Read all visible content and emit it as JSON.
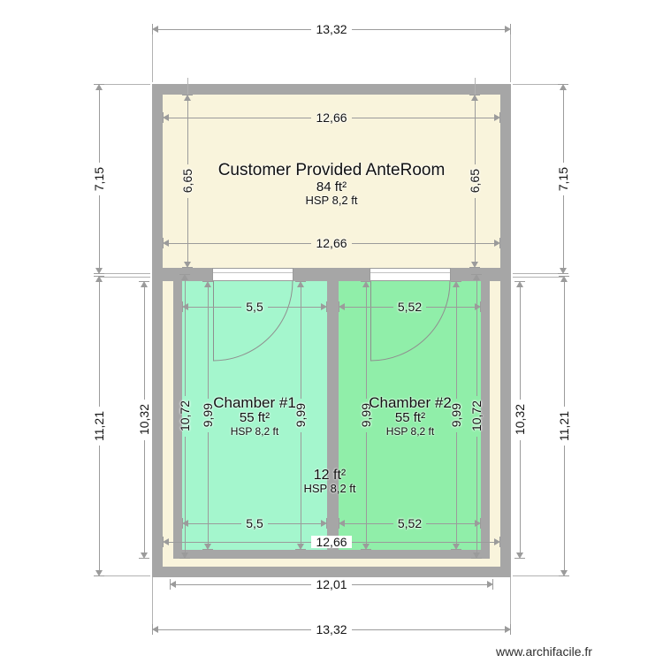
{
  "watermark": "www.archifacile.fr",
  "rooms": {
    "anteroom": {
      "name": "Customer Provided AnteRoom",
      "area": "84 ft²",
      "height": "HSP 8,2 ft"
    },
    "chamber1": {
      "name": "Chamber #1",
      "area": "55 ft²",
      "height": "HSP 8,2 ft"
    },
    "chamber2": {
      "name": "Chamber #2",
      "area": "55 ft²",
      "height": "HSP 8,2 ft"
    },
    "corridor": {
      "area": "12 ft²",
      "height": "HSP 8,2 ft"
    }
  },
  "dims": {
    "top_width": "13,32",
    "bottom_width": "13,32",
    "anteroom_width_top": "12,66",
    "anteroom_width_bottom": "12,66",
    "anteroom_height_left": "6,65",
    "anteroom_height_right": "6,65",
    "upper_height_left": "7,15",
    "upper_height_right": "7,15",
    "lower_height_left": "11,21",
    "lower_height_right": "11,21",
    "lower_inner_height_left": "10,32",
    "lower_inner_height_right": "10,32",
    "chamber1_outer_height": "10,72",
    "chamber2_outer_height": "10,72",
    "chamber1_inner_height_left": "9,99",
    "chamber1_inner_height_right": "9,99",
    "chamber2_inner_height_left": "9,99",
    "chamber2_inner_height_right": "9,99",
    "chamber1_width_top": "5,5",
    "chamber1_width_bottom": "5,5",
    "chamber2_width_top": "5,52",
    "chamber2_width_bottom": "5,52",
    "lower_width_inner": "12,66",
    "lower_width_base": "12,01"
  },
  "colors": {
    "wall": "#a6a6a6",
    "anteroom_fill": "#f9f4dc",
    "chamber1_fill": "#a4f6cd",
    "chamber2_fill": "#90eea9",
    "dim_line": "#9b9b9b",
    "door_frame": "#ffffff"
  }
}
